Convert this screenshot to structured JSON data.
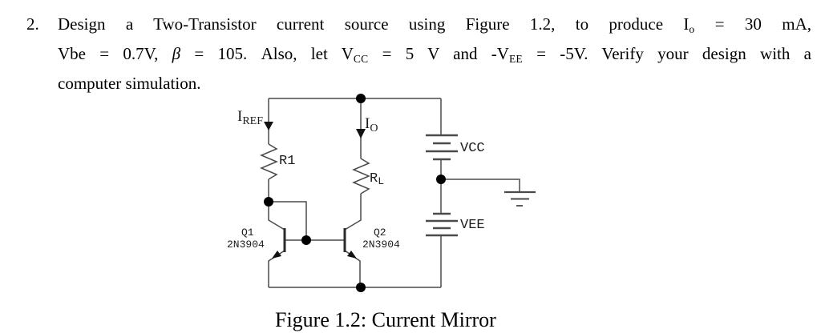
{
  "problem": {
    "number": "2.",
    "lines": [
      {
        "segments": [
          {
            "text": "Design a Two-Transistor current source using Figure 1.2, to produce I",
            "style": "normal"
          },
          {
            "text": "o",
            "style": "sub"
          },
          {
            "text": " = 30 mA,",
            "style": "normal"
          }
        ]
      },
      {
        "segments": [
          {
            "text": "Vbe = 0.7V, ",
            "style": "normal"
          },
          {
            "text": "β",
            "style": "italic"
          },
          {
            "text": " = 105. Also, let V",
            "style": "normal"
          },
          {
            "text": "CC",
            "style": "sub"
          },
          {
            "text": " = 5 V and -V",
            "style": "normal"
          },
          {
            "text": "EE",
            "style": "sub"
          },
          {
            "text": " = -5V. Verify your design with a",
            "style": "normal"
          }
        ]
      },
      {
        "segments": [
          {
            "text": "computer simulation.",
            "style": "normal"
          }
        ]
      }
    ]
  },
  "schematic": {
    "labels": {
      "iref": {
        "main": "I",
        "sub": "REF"
      },
      "io": {
        "main": "I",
        "sub": "O"
      },
      "r1": "R1",
      "rl": {
        "main": "R",
        "sub": "L"
      },
      "vcc": "VCC",
      "vee": "VEE",
      "q1": {
        "name": "Q1",
        "part": "2N3904"
      },
      "q2": {
        "name": "Q2",
        "part": "2N3904"
      }
    },
    "colors": {
      "wire": "#4a4a4a",
      "component": "#111111"
    }
  },
  "caption": "Figure 1.2: Current Mirror"
}
